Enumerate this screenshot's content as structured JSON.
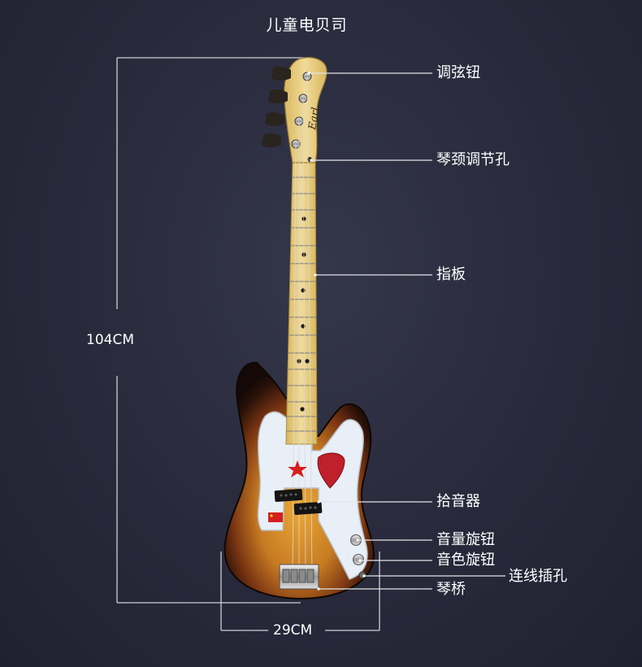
{
  "title": "儿童电贝司",
  "dimensions": {
    "height": "104CM",
    "width": "29CM"
  },
  "labels": {
    "tuner": "调弦钮",
    "truss_rod": "琴颈调节孔",
    "fretboard": "指板",
    "pickup": "拾音器",
    "volume_knob": "音量旋钮",
    "tone_knob": "音色旋钮",
    "output_jack": "连线插孔",
    "bridge": "琴桥"
  },
  "colors": {
    "background": "#272839",
    "maple": "#e9cf83",
    "pickguard": "#e6eef5",
    "sunburst_edge": "#1b0d07",
    "sunburst_center": "#e7a532"
  }
}
